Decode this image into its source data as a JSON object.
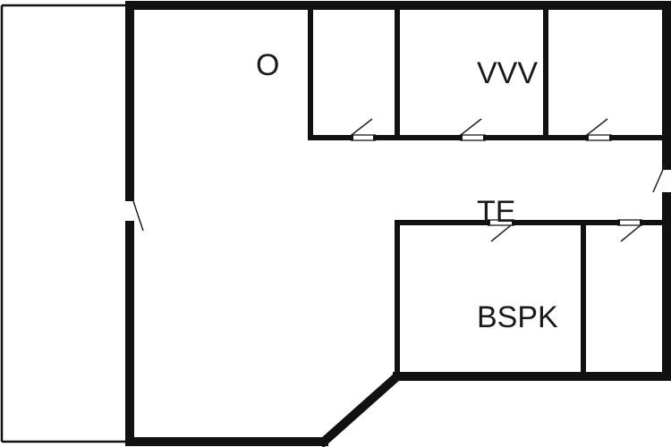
{
  "floor_plan": {
    "rooms": [
      {
        "id": "o",
        "label": "O"
      },
      {
        "id": "vvv",
        "label": "VVV"
      },
      {
        "id": "te",
        "label": "TE"
      },
      {
        "id": "bspk",
        "label": "BSPK"
      }
    ],
    "colors": {
      "wall": "#111111",
      "background": "#ffffff",
      "door_swing": "#222222"
    }
  }
}
